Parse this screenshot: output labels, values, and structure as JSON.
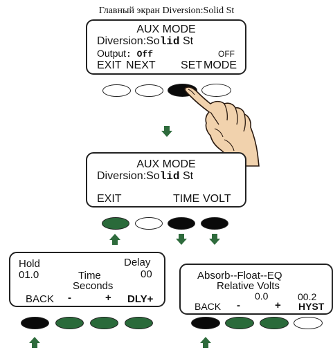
{
  "caption": "Главный экран Diversion:Solid St",
  "colors": {
    "button_white": "#ffffff",
    "button_black": "#0a0a0a",
    "button_green": "#2a6a3a",
    "arrow": "#2e6b3c",
    "hand_fill": "#f1d2ad"
  },
  "icons": {
    "hand": "pointing-hand-icon",
    "arrow_down": "arrow-down-icon",
    "arrow_up": "arrow-up-icon"
  },
  "screen1": {
    "line1": "AUX MODE",
    "line2_prefix": "Diversion:So",
    "line2_bold": "lid",
    "line2_suffix": " St",
    "output_label": "Output",
    "output_value": ": Off",
    "output_right": "OFF",
    "btn1": "EXIT",
    "btn2": "NEXT",
    "btn3": "SET",
    "btn4": "MODE"
  },
  "screen2": {
    "line1": "AUX MODE",
    "line2_prefix": "Diversion:So",
    "line2_bold": "lid",
    "line2_suffix": " St",
    "btn1": "EXIT",
    "btn3": "TIME",
    "btn4": "VOLT"
  },
  "screen3": {
    "hold": "Hold",
    "delay": "Delay",
    "hold_value": "01.0",
    "time": "Time",
    "delay_value": "00",
    "seconds": "Seconds",
    "btn1": "BACK",
    "btn2": "-",
    "btn3": "+",
    "btn4": "DLY+"
  },
  "screen4": {
    "line1": "Absorb--Float--EQ",
    "line2": "Relative Volts",
    "value1": "0.0",
    "value2": "00.2",
    "btn1": "BACK",
    "btn2": "-",
    "btn3": "+",
    "btn4": "HYST"
  }
}
